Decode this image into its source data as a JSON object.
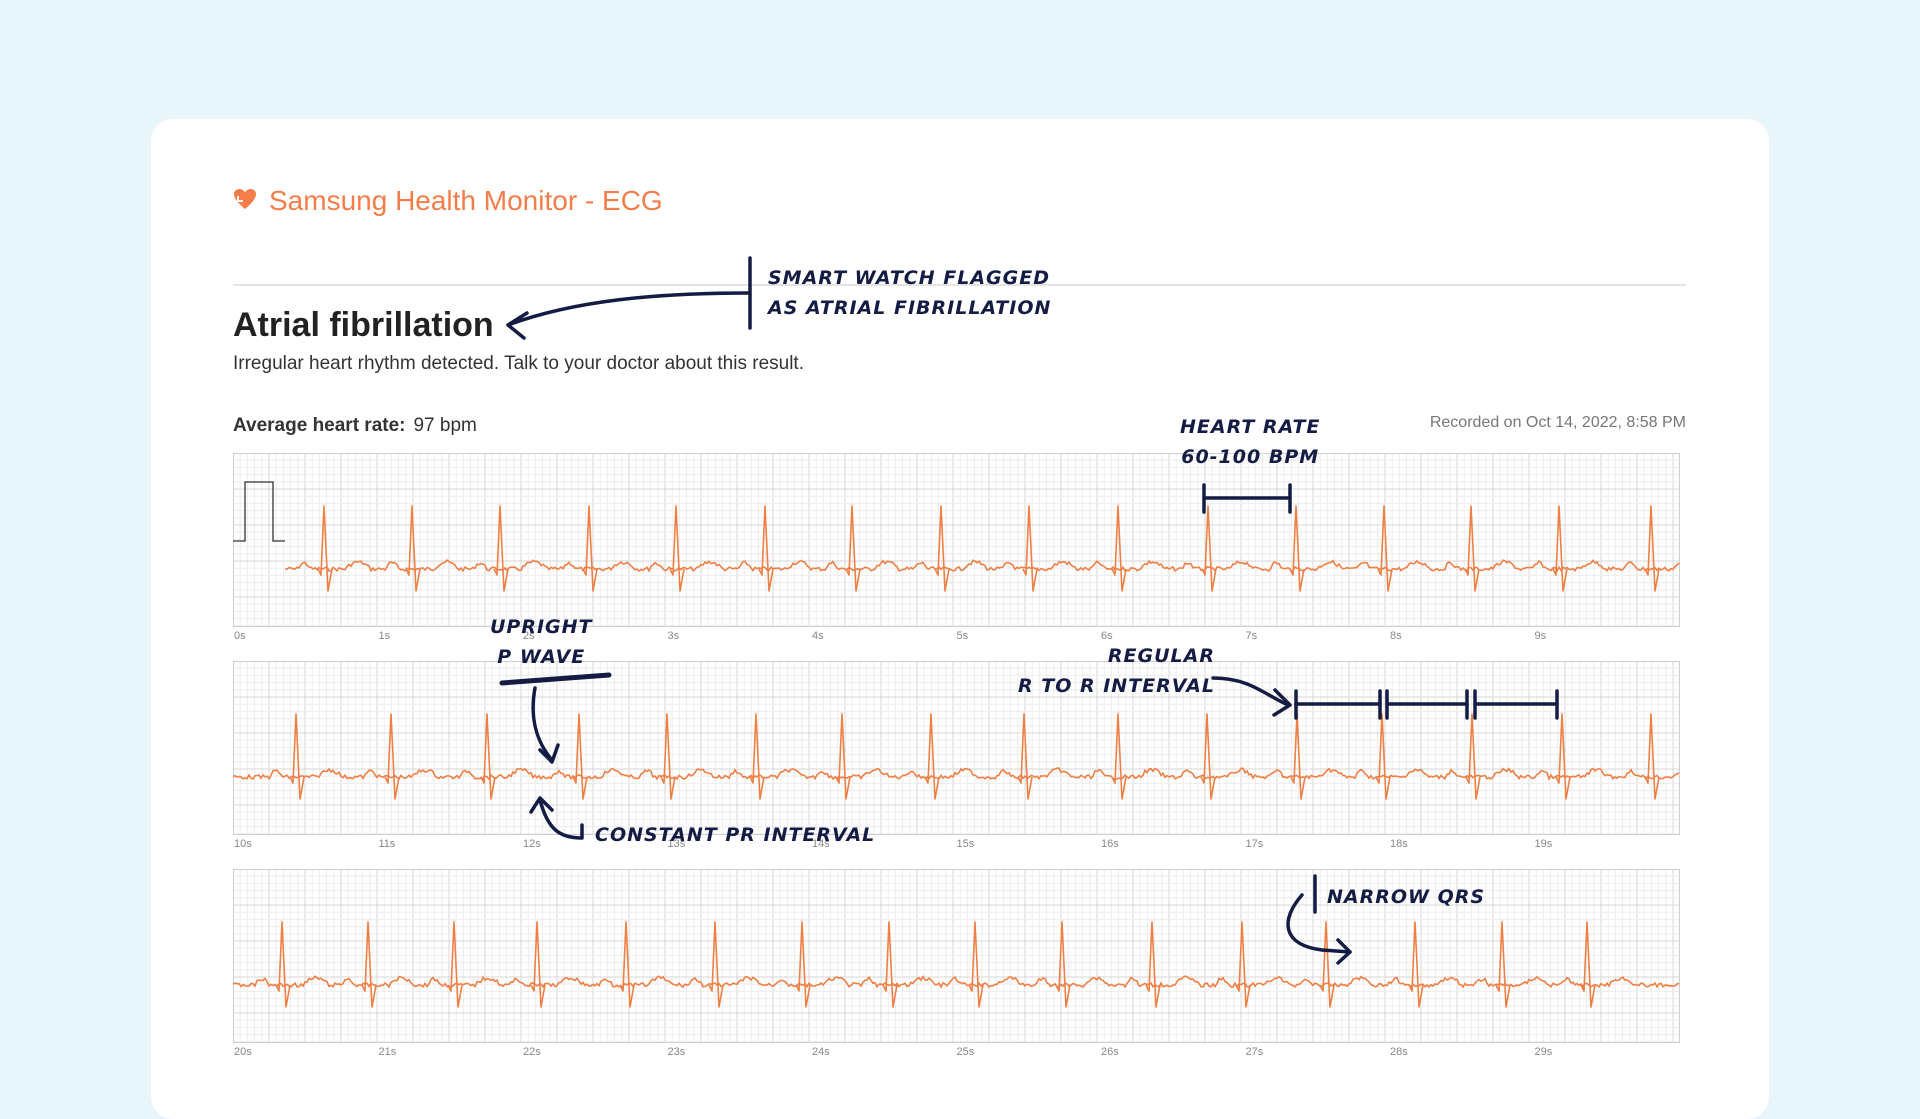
{
  "app": {
    "title": "Samsung Health Monitor - ECG",
    "icon": "heart-icon",
    "accent": "#f47d4a"
  },
  "result": {
    "title": "Atrial fibrillation",
    "description": "Irregular heart rhythm detected. Talk to your doctor about this result."
  },
  "heart_rate": {
    "label": "Average heart rate:",
    "value": "97 bpm"
  },
  "recorded": "Recorded on Oct 14, 2022, 8:58 PM",
  "ecg": {
    "trace_color": "#f07f45",
    "strips": [
      {
        "ticks": [
          "0s",
          "1s",
          "2s",
          "3s",
          "4s",
          "5s",
          "6s",
          "7s",
          "8s",
          "9s"
        ]
      },
      {
        "ticks": [
          "10s",
          "11s",
          "12s",
          "13s",
          "14s",
          "15s",
          "16s",
          "17s",
          "18s",
          "19s"
        ]
      },
      {
        "ticks": [
          "20s",
          "21s",
          "22s",
          "23s",
          "24s",
          "25s",
          "26s",
          "27s",
          "28s",
          "29s"
        ]
      }
    ]
  },
  "annotations": {
    "flagged_line1": "Smart watch flagged",
    "flagged_line2": "as atrial fibrillation",
    "heart_rate_line1": "Heart rate",
    "heart_rate_line2": "60-100 BPM",
    "upright_line1": "Upright",
    "upright_line2": "P wave",
    "regular_line1": "Regular",
    "regular_line2": "R to R interval",
    "constant_pr": "Constant PR interval",
    "narrow_qrs": "Narrow QRS",
    "ink_color": "#141c44"
  }
}
